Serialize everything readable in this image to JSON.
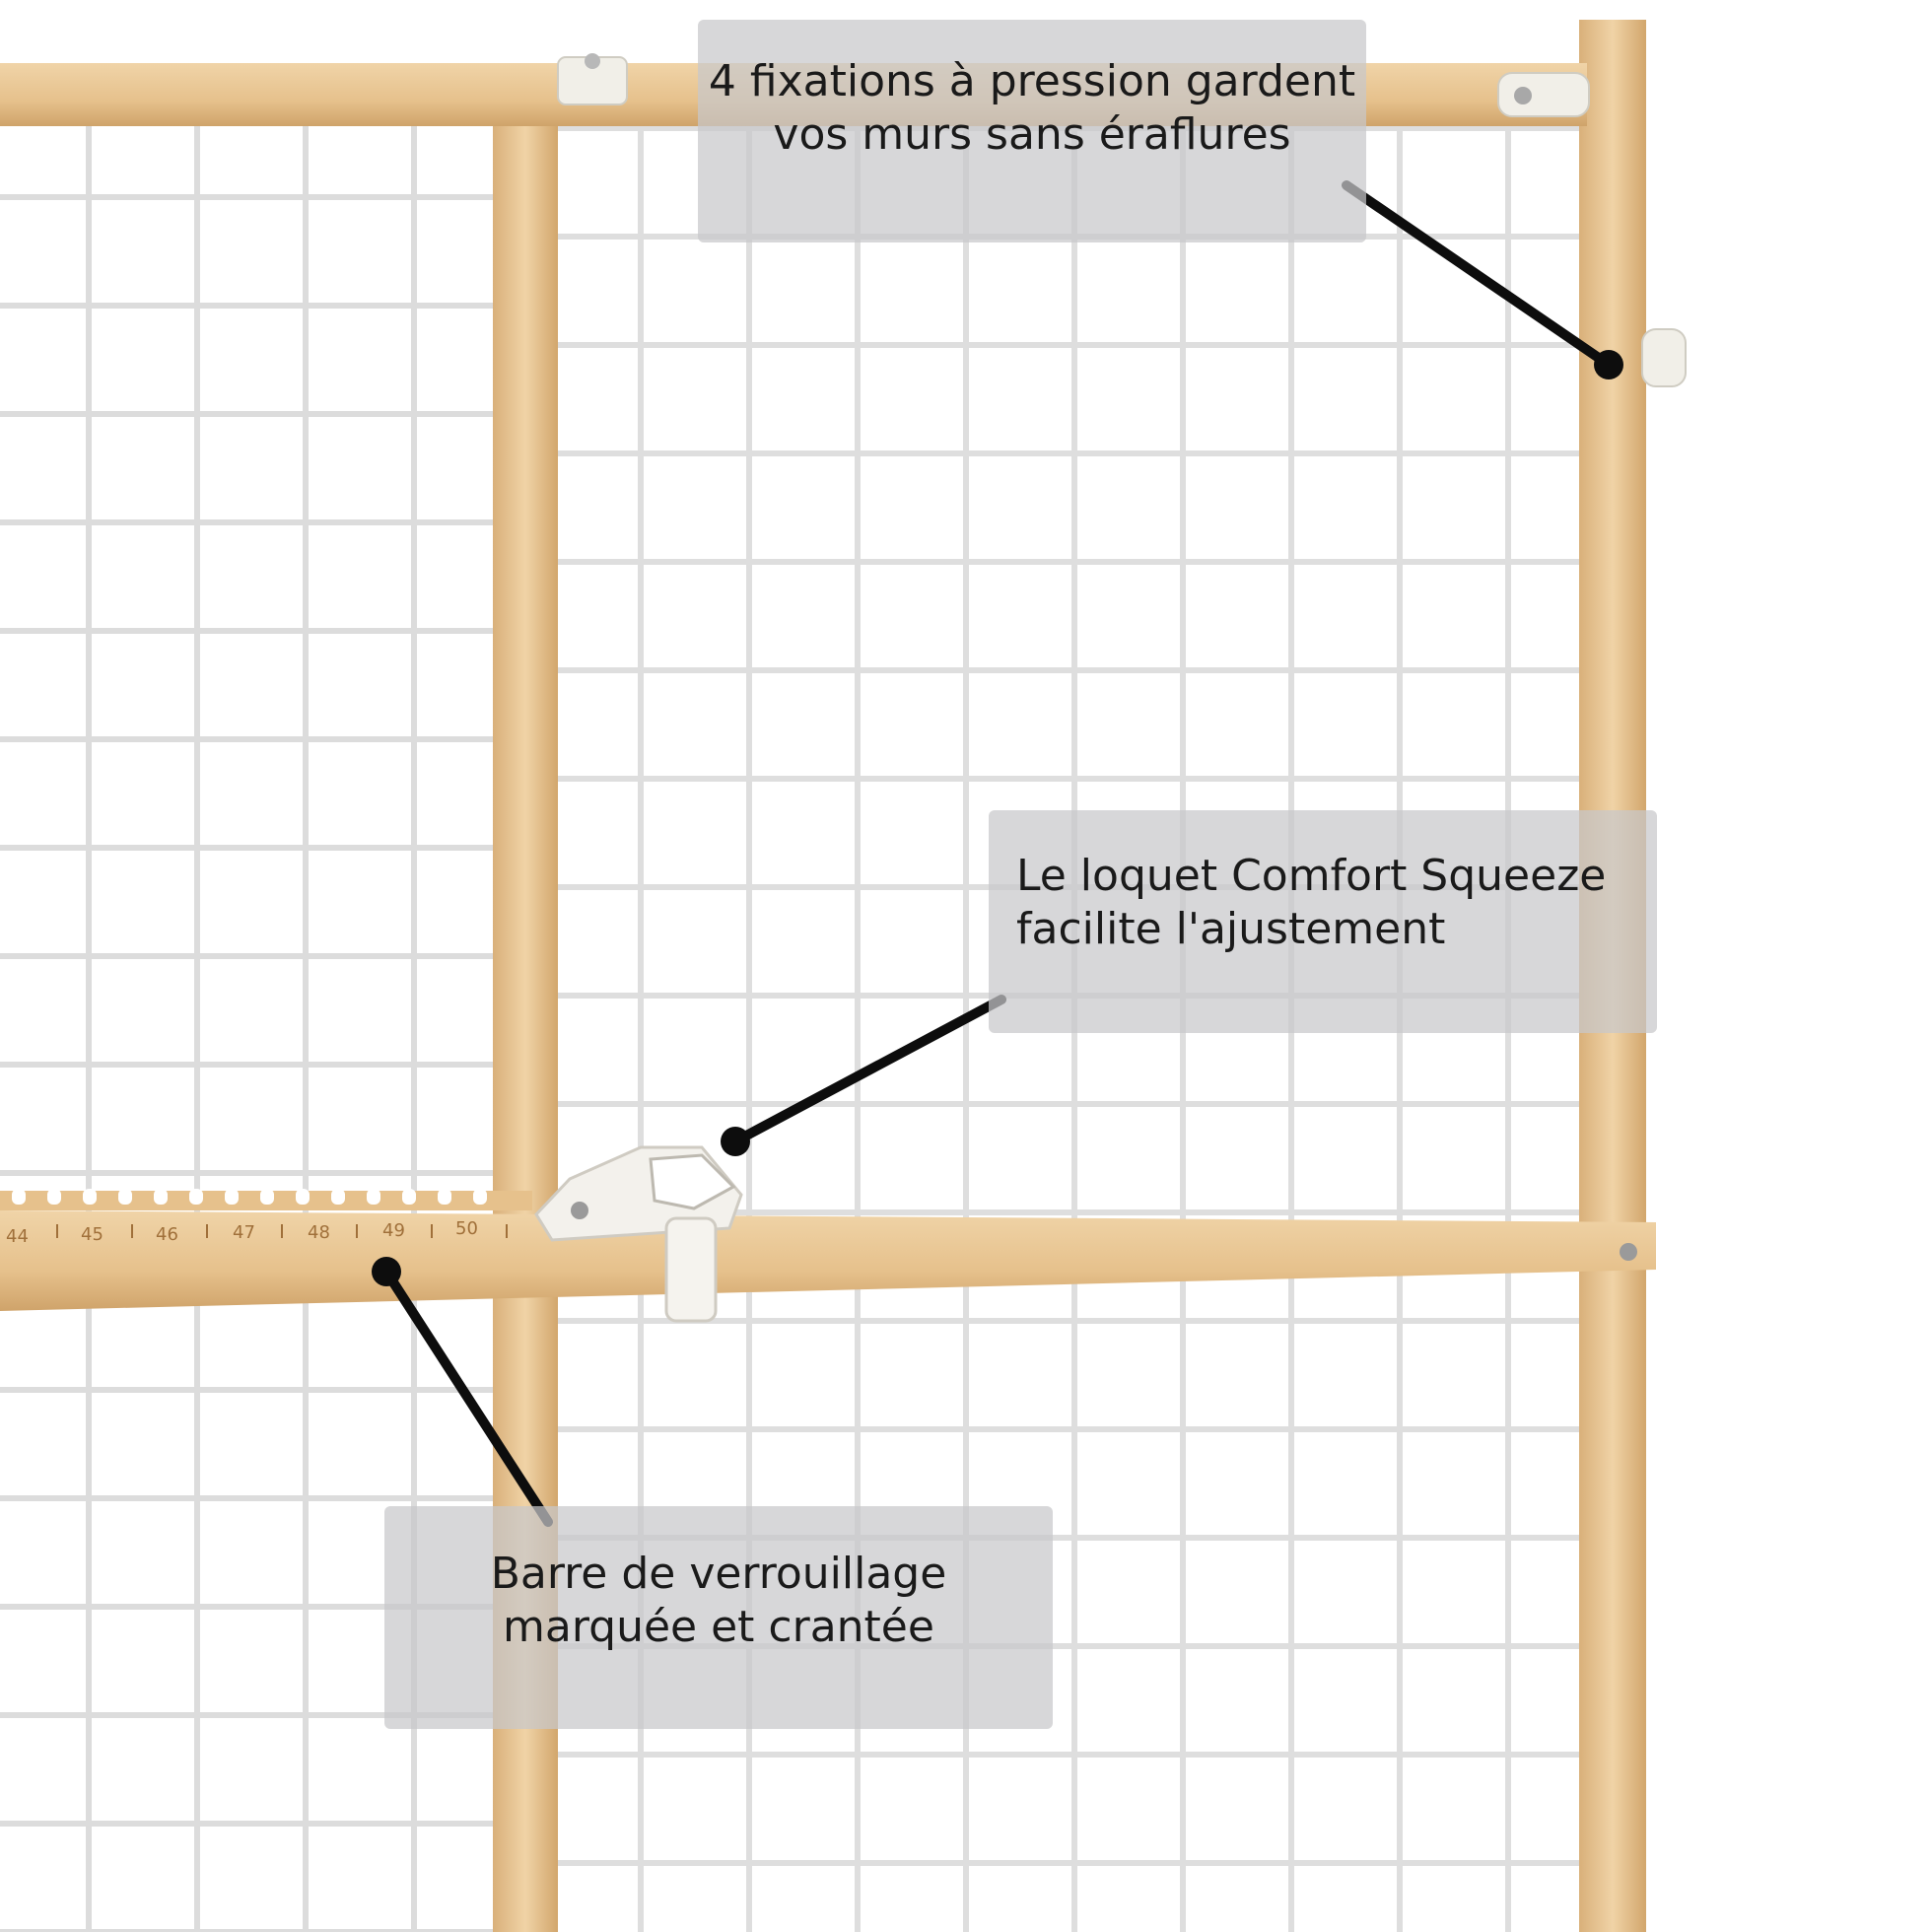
{
  "callouts": {
    "pressure_mounts": {
      "line1": "4 fixations à pression gardent",
      "line2": "vos murs sans éraflures"
    },
    "latch": {
      "line1": "Le loquet Comfort Squeeze",
      "line2": "facilite l'ajustement"
    },
    "lock_bar": {
      "line1": "Barre de verrouillage",
      "line2": "marquée et crantée"
    }
  },
  "ruler": {
    "ticks": [
      "44",
      "45",
      "46",
      "47",
      "48",
      "49",
      "50"
    ]
  },
  "colors": {
    "wood": "#e9c796",
    "wood_dark": "#d7ae76",
    "mesh": "#ffffff",
    "callout_bg": "#c8c8cb",
    "text": "#1a1a1a",
    "pointer": "#0d0d0d"
  }
}
